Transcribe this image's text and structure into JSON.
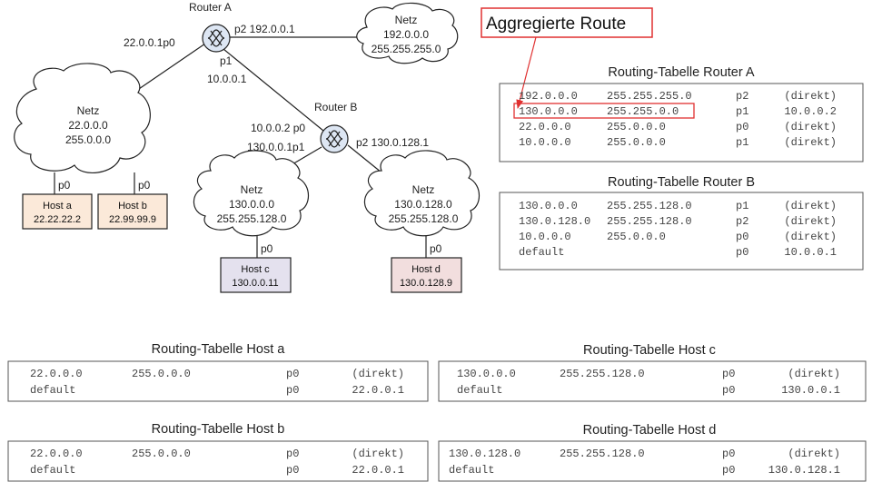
{
  "routers": {
    "a": {
      "name": "Router A",
      "p0": "22.0.0.1p0",
      "p2": "p2 192.0.0.1",
      "p1": "p1",
      "p1_ip": "10.0.0.1"
    },
    "b": {
      "name": "Router B",
      "p0": "10.0.0.2 p0",
      "p1": "130.0.0.1p1",
      "p2": "p2 130.0.128.1"
    }
  },
  "networks": {
    "top": {
      "label": "Netz",
      "addr": "192.0.0.0",
      "mask": "255.255.255.0"
    },
    "left": {
      "label": "Netz",
      "addr": "22.0.0.0",
      "mask": "255.0.0.0"
    },
    "c": {
      "label": "Netz",
      "addr": "130.0.0.0",
      "mask": "255.255.128.0"
    },
    "d": {
      "label": "Netz",
      "addr": "130.0.128.0",
      "mask": "255.255.128.0"
    }
  },
  "hosts": {
    "a": {
      "name": "Host a",
      "ip": "22.22.22.2",
      "port": "p0",
      "color": "#fbe9d9"
    },
    "b": {
      "name": "Host b",
      "ip": "22.99.99.9",
      "port": "p0",
      "color": "#fbe9d9"
    },
    "c": {
      "name": "Host c",
      "ip": "130.0.0.11",
      "port": "p0",
      "color": "#e4e1ee"
    },
    "d": {
      "name": "Host d",
      "ip": "130.0.128.9",
      "port": "p0",
      "color": "#f2dede"
    }
  },
  "aggregate_label": "Aggregierte Route",
  "highlight_color": "#e03030",
  "tables": {
    "router_a": {
      "title": "Routing-Tabelle Router A",
      "rows": [
        [
          "192.0.0.0",
          "255.255.255.0",
          "p2",
          "(direkt)"
        ],
        [
          "130.0.0.0",
          "255.255.0.0",
          "p1",
          "10.0.0.2"
        ],
        [
          "22.0.0.0",
          "255.0.0.0",
          "p0",
          "(direkt)"
        ],
        [
          "10.0.0.0",
          "255.0.0.0",
          "p1",
          "(direkt)"
        ]
      ]
    },
    "router_b": {
      "title": "Routing-Tabelle Router B",
      "rows": [
        [
          "130.0.0.0",
          "255.255.128.0",
          "p1",
          "(direkt)"
        ],
        [
          "130.0.128.0",
          "255.255.128.0",
          "p2",
          "(direkt)"
        ],
        [
          "10.0.0.0",
          "255.0.0.0",
          "p0",
          "(direkt)"
        ],
        [
          "default",
          "",
          "p0",
          "10.0.0.1"
        ]
      ]
    },
    "host_a": {
      "title": "Routing-Tabelle Host a",
      "rows": [
        [
          "22.0.0.0",
          "255.0.0.0",
          "p0",
          "(direkt)"
        ],
        [
          "default",
          "",
          "p0",
          "22.0.0.1"
        ]
      ]
    },
    "host_b": {
      "title": "Routing-Tabelle Host b",
      "rows": [
        [
          "22.0.0.0",
          "255.0.0.0",
          "p0",
          "(direkt)"
        ],
        [
          "default",
          "",
          "p0",
          "22.0.0.1"
        ]
      ]
    },
    "host_c": {
      "title": "Routing-Tabelle Host c",
      "rows": [
        [
          "130.0.0.0",
          "255.255.128.0",
          "p0",
          "(direkt)"
        ],
        [
          "default",
          "",
          "p0",
          "130.0.0.1"
        ]
      ]
    },
    "host_d": {
      "title": "Routing-Tabelle Host d",
      "rows": [
        [
          "130.0.128.0",
          "255.255.128.0",
          "p0",
          "(direkt)"
        ],
        [
          "default",
          "",
          "p0",
          "130.0.128.1"
        ]
      ]
    }
  }
}
